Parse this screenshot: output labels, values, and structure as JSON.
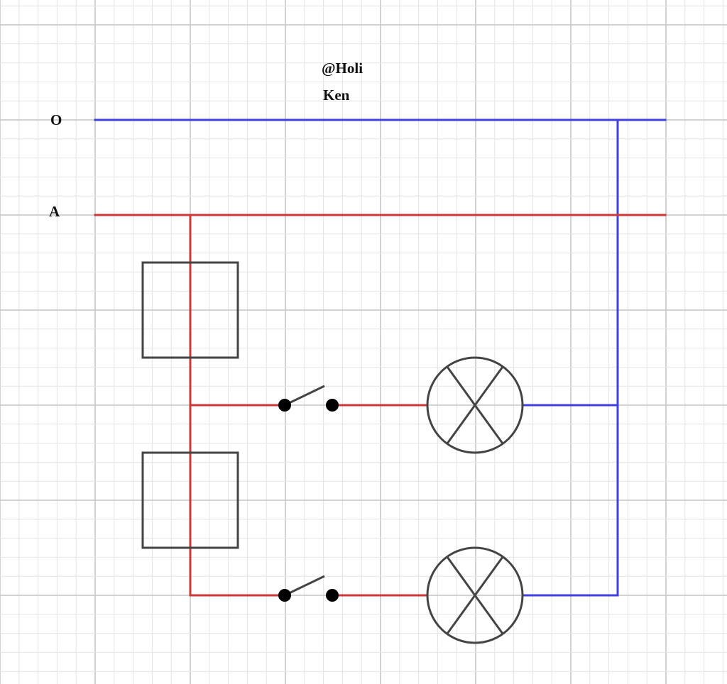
{
  "watermark": {
    "line1": "@Holi",
    "line2": "Ken"
  },
  "rails": {
    "top": {
      "label": "O",
      "color": "#4040e0"
    },
    "second": {
      "label": "A",
      "color": "#cc3838"
    }
  },
  "colors": {
    "neutral_wire": "#4040e0",
    "live_wire": "#cc3838",
    "component_stroke": "#444444",
    "switch_contact": "#000000",
    "grid_minor": "#e4e4e4",
    "grid_major": "#c4c4c4"
  },
  "components": {
    "boxes": [
      "rectangle",
      "rectangle"
    ],
    "switches": [
      "switch",
      "switch"
    ],
    "lamps": [
      "lamp",
      "lamp"
    ]
  }
}
